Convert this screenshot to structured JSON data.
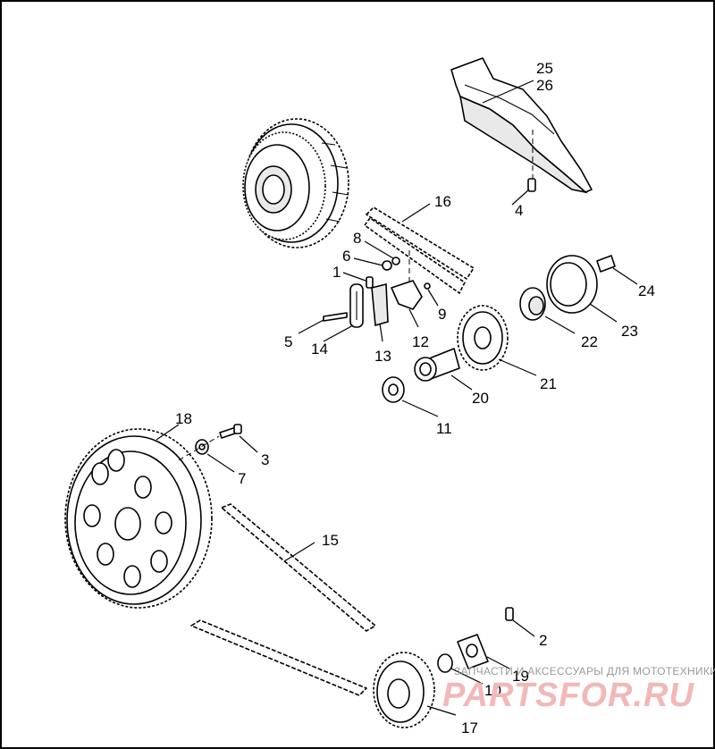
{
  "callouts": [
    {
      "id": "1",
      "label": "1"
    },
    {
      "id": "2",
      "label": "2"
    },
    {
      "id": "3",
      "label": "3"
    },
    {
      "id": "4",
      "label": "4"
    },
    {
      "id": "5",
      "label": "5"
    },
    {
      "id": "6",
      "label": "6"
    },
    {
      "id": "7",
      "label": "7"
    },
    {
      "id": "8",
      "label": "8"
    },
    {
      "id": "9",
      "label": "9"
    },
    {
      "id": "10",
      "label": "10"
    },
    {
      "id": "11",
      "label": "11"
    },
    {
      "id": "12",
      "label": "12"
    },
    {
      "id": "13",
      "label": "13"
    },
    {
      "id": "14",
      "label": "14"
    },
    {
      "id": "15",
      "label": "15"
    },
    {
      "id": "16",
      "label": "16"
    },
    {
      "id": "17",
      "label": "17"
    },
    {
      "id": "18",
      "label": "18"
    },
    {
      "id": "19",
      "label": "19"
    },
    {
      "id": "20",
      "label": "20"
    },
    {
      "id": "21",
      "label": "21"
    },
    {
      "id": "22",
      "label": "22"
    },
    {
      "id": "23",
      "label": "23"
    },
    {
      "id": "24",
      "label": "24"
    },
    {
      "id": "25",
      "label": "25"
    },
    {
      "id": "26",
      "label": "26"
    }
  ],
  "watermark": {
    "caption": "ЗАПЧАСТИ И АКСЕССУАРЫ ДЛЯ МОТОТЕХНИКИ",
    "logo": "PARTSFOR.RU"
  }
}
